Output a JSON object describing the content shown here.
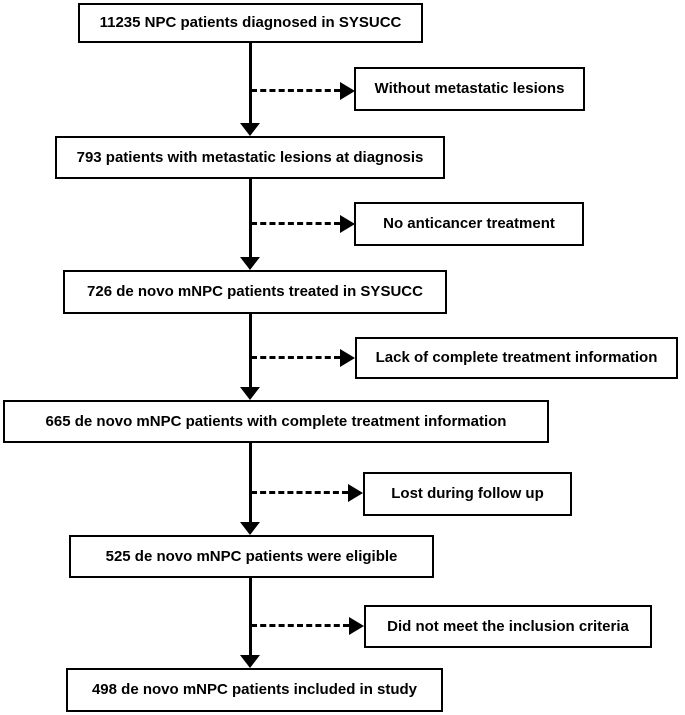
{
  "figure": {
    "background_color": "#ffffff",
    "line_color": "#000000",
    "type": "patient-selection-flowchart"
  },
  "flowchart": {
    "main_boxes": [
      {
        "label": "11235 NPC patients diagnosed in SYSUCC"
      },
      {
        "label": "793 patients with metastatic lesions at diagnosis"
      },
      {
        "label": "726 de novo mNPC patients treated in SYSUCC"
      },
      {
        "label": "665 de novo mNPC patients with complete treatment information"
      },
      {
        "label": "525 de novo mNPC patients were eligible"
      },
      {
        "label": "498 de novo mNPC patients included in study"
      }
    ],
    "exclusion_boxes": [
      {
        "label": "Without metastatic lesions"
      },
      {
        "label": "No anticancer treatment"
      },
      {
        "label": "Lack of complete treatment information"
      },
      {
        "label": "Lost during follow up"
      },
      {
        "label": "Did not meet the inclusion criteria"
      }
    ]
  }
}
